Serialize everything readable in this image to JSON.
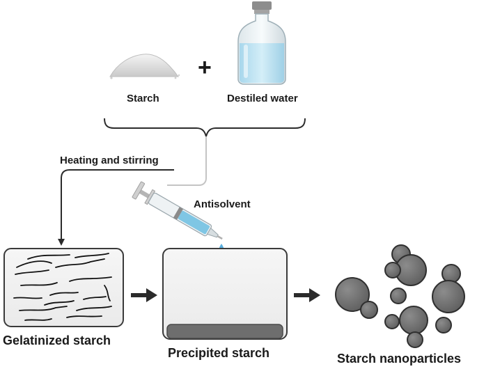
{
  "labels": {
    "starch": "Starch",
    "water": "Destiled water",
    "plus": "+",
    "heating": "Heating and stirring",
    "antisolvent": "Antisolvent",
    "gelatinized": "Gelatinized starch",
    "precipitated": "Precipited starch",
    "nanoparticles": "Starch nanoparticles"
  },
  "icons": [
    "starch-powder-icon",
    "water-bottle-icon",
    "syringe-icon",
    "droplet-icon",
    "arrow-right-icon"
  ],
  "colors": {
    "text": "#1a1a1a",
    "water": "#bfe3f2",
    "precipitate": "#6e6e6e",
    "particle": "#707070",
    "droplet": "#5aaede",
    "line": "#2b2b2b"
  }
}
